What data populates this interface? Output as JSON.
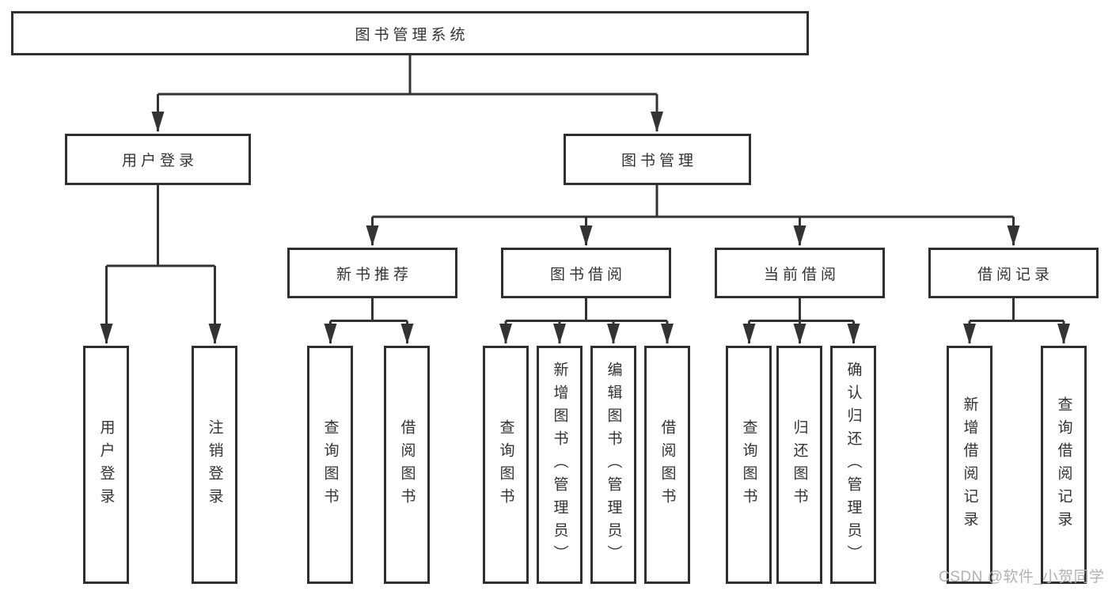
{
  "diagram": {
    "type": "hierarchy",
    "nodes": {
      "root": "图书管理系统",
      "user_login": "用户登录",
      "book_mgmt": "图书管理",
      "new_book_rec": "新书推荐",
      "book_borrow": "图书借阅",
      "current_borrow": "当前借阅",
      "borrow_record": "借阅记录",
      "leaf_user_login": "用户登录",
      "leaf_logout": "注销登录",
      "leaf_rec_query": "查询图书",
      "leaf_rec_borrow": "借阅图书",
      "leaf_bb_query": "查询图书",
      "leaf_bb_add": "新增图书（管理员）",
      "leaf_bb_edit": "编辑图书（管理员）",
      "leaf_bb_borrow": "借阅图书",
      "leaf_cb_query": "查询图书",
      "leaf_cb_return": "归还图书",
      "leaf_cb_confirm": "确认归还（管理员）",
      "leaf_br_add": "新增借阅记录",
      "leaf_br_query": "查询借阅记录"
    },
    "edges_note": "root→(用户登录,图书管理); 用户登录→(用户登录,注销登录); 图书管理→(新书推荐,图书借阅,当前借阅,借阅记录); 新书推荐→(查询图书,借阅图书); 图书借阅→(查询图书,新增图书(管理员),编辑图书(管理员),借阅图书); 当前借阅→(查询图书,归还图书,确认归还(管理员)); 借阅记录→(新增借阅记录,查询借阅记录)"
  },
  "watermark": "CSDN @软件_小贺同学",
  "colors": {
    "line": "#333333",
    "box_border": "#2f2f2f",
    "box_fill": "#ffffff",
    "text": "#333333",
    "watermark": "#b2b2b2",
    "background": "#ffffff"
  }
}
